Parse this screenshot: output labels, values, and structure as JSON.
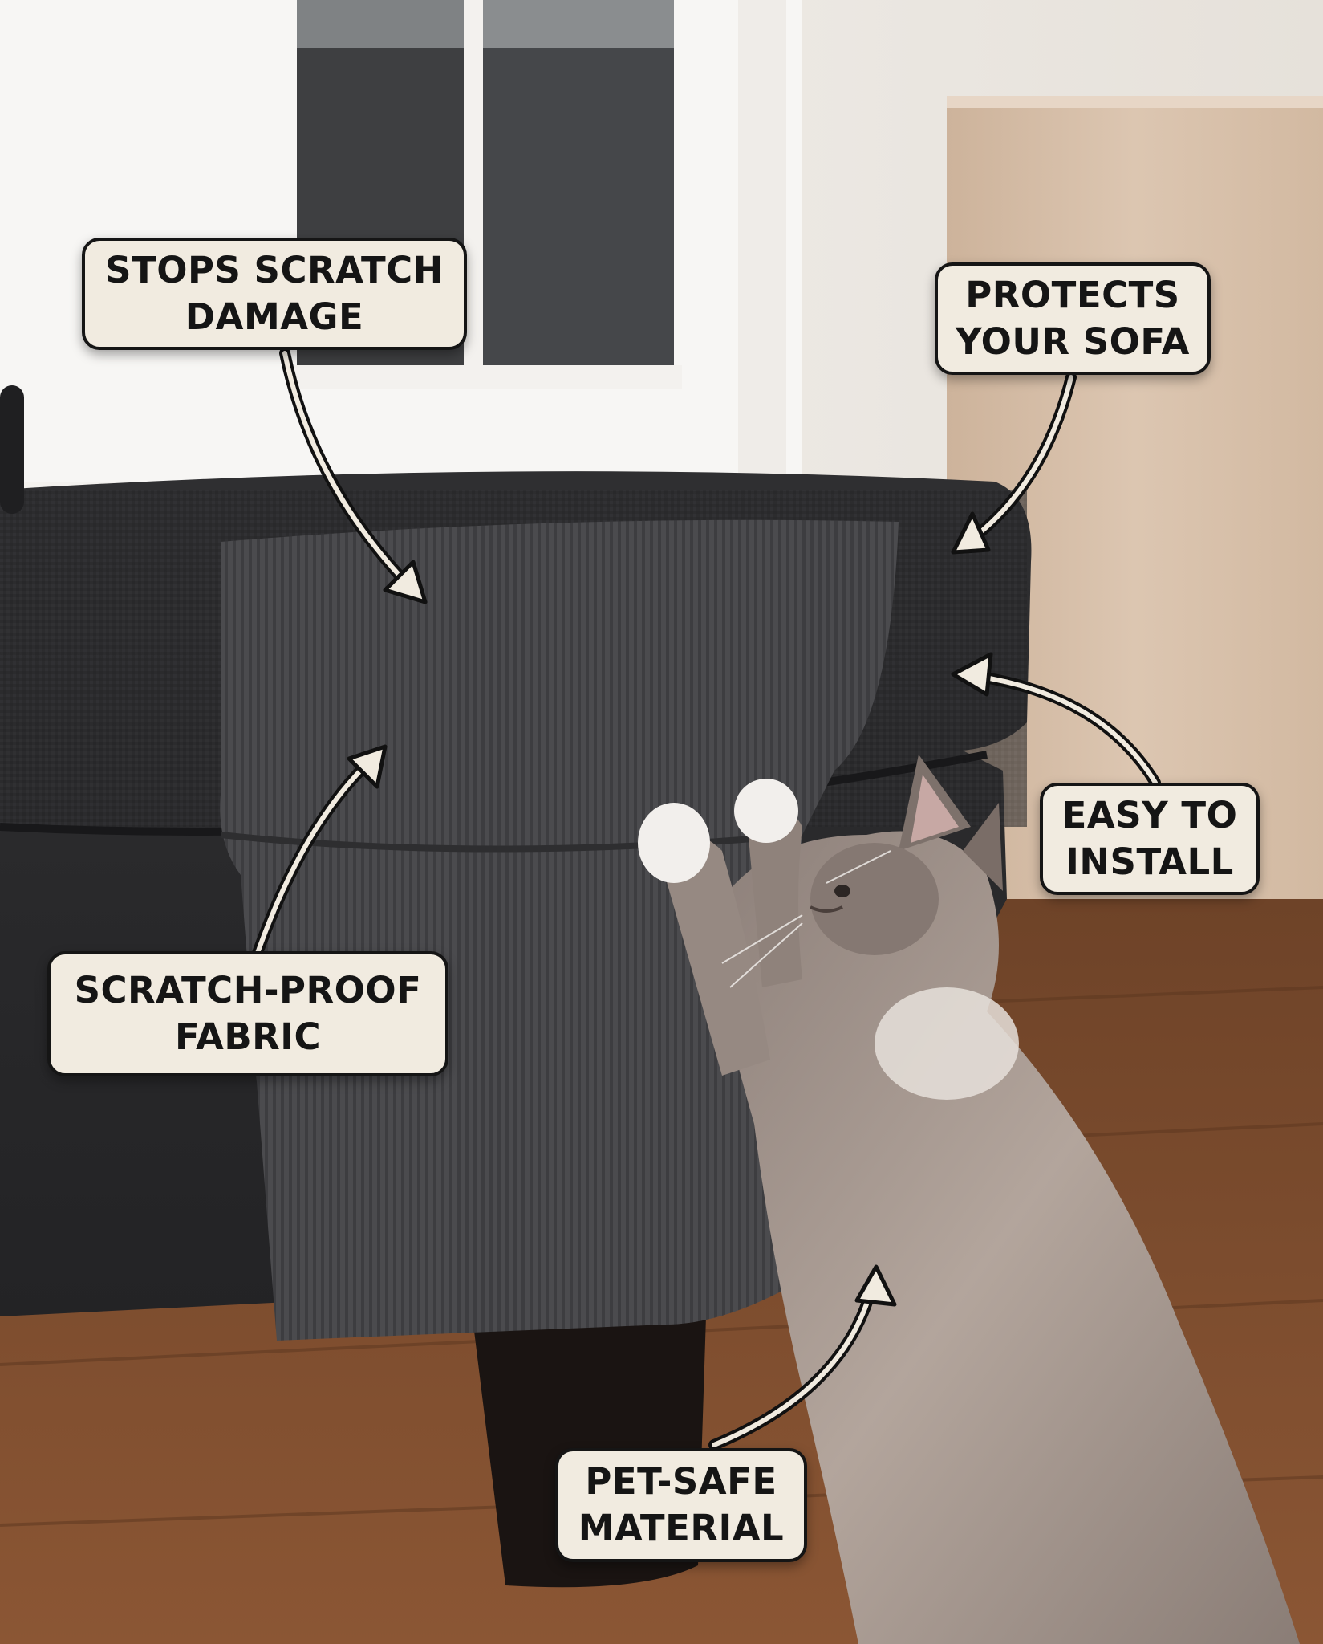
{
  "photo": {
    "subject": "cat-scratching-protected-sofa",
    "colors": {
      "wall": "#ece8e2",
      "window_frame": "#f6f4f1",
      "window_glass": "#3e3f41",
      "cabinet": "#d9c3ae",
      "floor": "#7a4a2c",
      "sofa": "#2b2b2c",
      "protector": "#4a4a4c",
      "cat": "#9c8f88",
      "callout_bg": "#f1ebe0",
      "callout_border": "#151515"
    }
  },
  "callouts": {
    "stops_scratch": {
      "line1": "STOPS SCRATCH",
      "line2": "DAMAGE"
    },
    "protects_sofa": {
      "line1": "PROTECTS",
      "line2": "YOUR SOFA"
    },
    "easy_install": {
      "line1": "EASY TO",
      "line2": "INSTALL"
    },
    "scratch_proof": {
      "line1": "SCRATCH-PROOF",
      "line2": "FABRIC"
    },
    "pet_safe": {
      "line1": "PET-SAFE",
      "line2": "MATERIAL"
    }
  }
}
